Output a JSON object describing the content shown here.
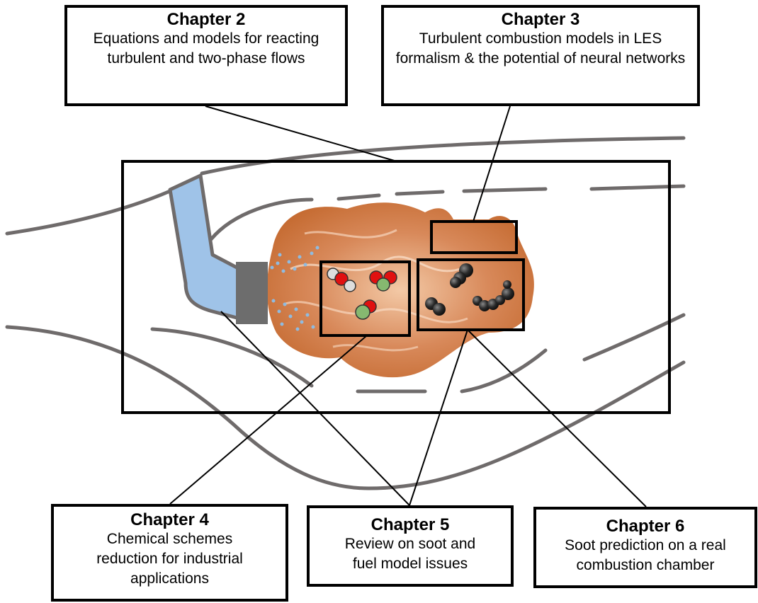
{
  "chapters": [
    {
      "id": "ch2",
      "title": "Chapter 2",
      "desc": "Equations and models for reacting turbulent and two-phase flows"
    },
    {
      "id": "ch3",
      "title": "Chapter 3",
      "desc": "Turbulent combustion models in LES formalism & the potential of neural networks"
    },
    {
      "id": "ch4",
      "title": "Chapter 4",
      "desc": "Chemical schemes reduction for industrial applications"
    },
    {
      "id": "ch5",
      "title": "Chapter 5",
      "desc": "Review on soot and fuel model issues"
    },
    {
      "id": "ch6",
      "title": "Chapter 6",
      "desc": "Soot prediction on a real combustion chamber"
    }
  ],
  "colors": {
    "wall": "#6f6b6b",
    "flame": "#c8703a",
    "fuel_liquid": "#9fc3e8",
    "injector": "#6d6d6d",
    "droplet": "#8fbbe0",
    "molecule_red": "#e01010",
    "molecule_green": "#86b870",
    "molecule_white": "#dddddd",
    "soot": "#222222"
  }
}
